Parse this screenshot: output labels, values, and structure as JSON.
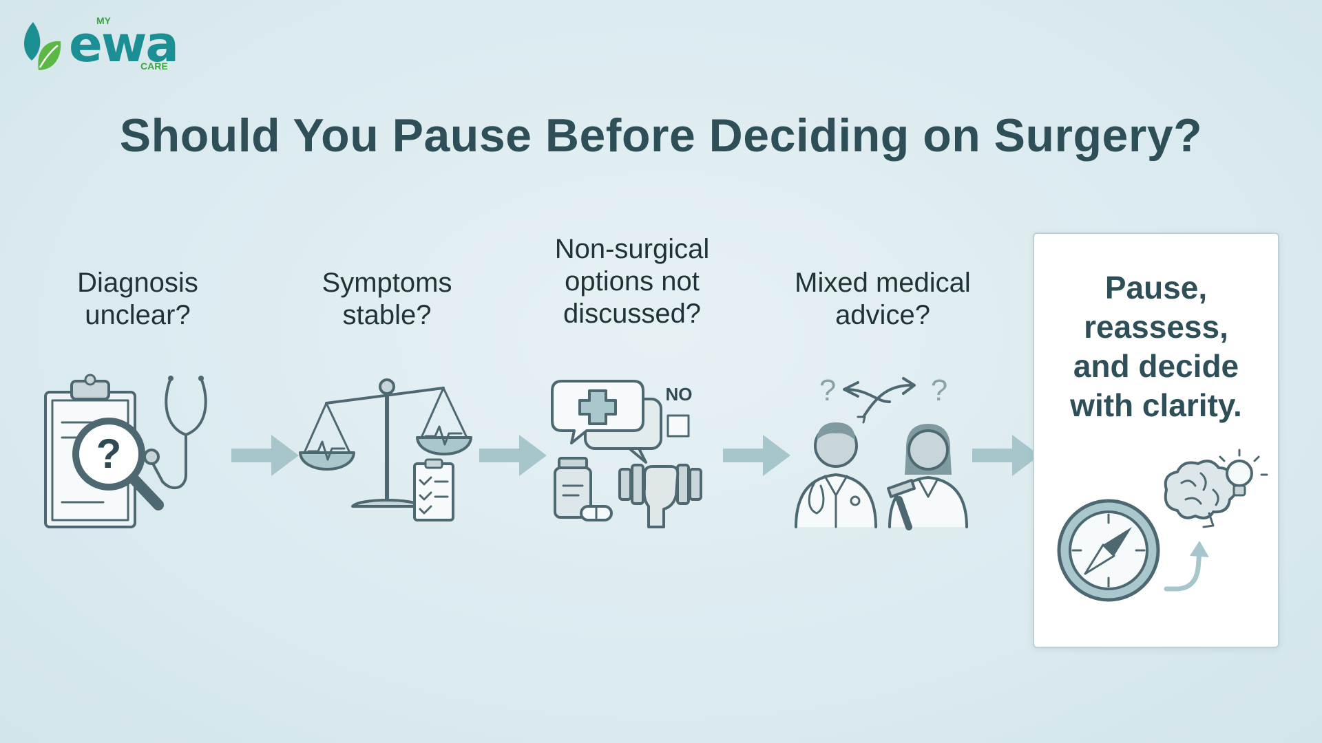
{
  "logo": {
    "prefix": "MY",
    "name": "ewa",
    "suffix": "CARE"
  },
  "title": "Should You Pause Before Deciding on Surgery?",
  "steps": [
    {
      "label": "Diagnosis\nunclear?",
      "icon": "clipboard-magnifier-stethoscope-icon"
    },
    {
      "label": "Symptoms\nstable?",
      "icon": "balance-scale-checklist-icon"
    },
    {
      "label": "Non-surgical\noptions not\ndiscussed?",
      "icon": "chat-medicine-dumbbell-icon",
      "badge": "NO"
    },
    {
      "label": "Mixed medical\nadvice?",
      "icon": "two-doctors-arrows-icon",
      "marks": [
        "?",
        "?"
      ]
    }
  ],
  "conclusion": {
    "text": "Pause,\nreassess,\nand decide\nwith clarity.",
    "icon": "compass-brain-lightbulb-icon"
  },
  "colors": {
    "title": "#2e4f58",
    "teal": "#1c8f95",
    "green": "#3aa63f",
    "arrow": "#a6c6cb",
    "icon_line": "#4d6870"
  }
}
